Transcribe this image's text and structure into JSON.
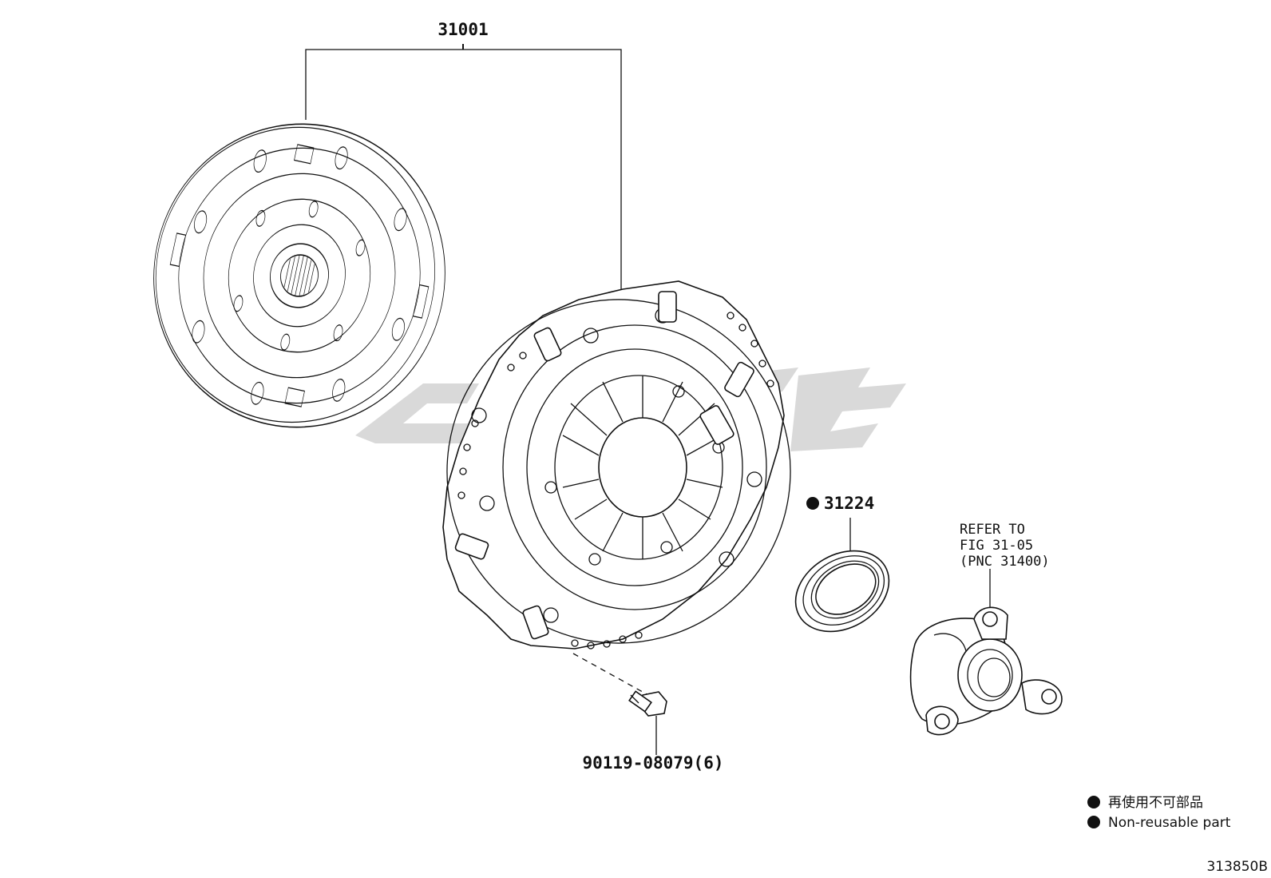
{
  "callouts": {
    "clutch_assembly": "31001",
    "bearing_seal": "31224",
    "bolt": "90119-08079(6)"
  },
  "refer_note": {
    "line1": "REFER TO",
    "line2": "FIG 31-05",
    "line3": "(PNC 31400)"
  },
  "legend": {
    "jp": "再使用不可部品",
    "en": "Non-reusable part"
  },
  "figure_number": "313850B",
  "colors": {
    "lines": "#111111",
    "watermark": "#d9d9d9"
  }
}
